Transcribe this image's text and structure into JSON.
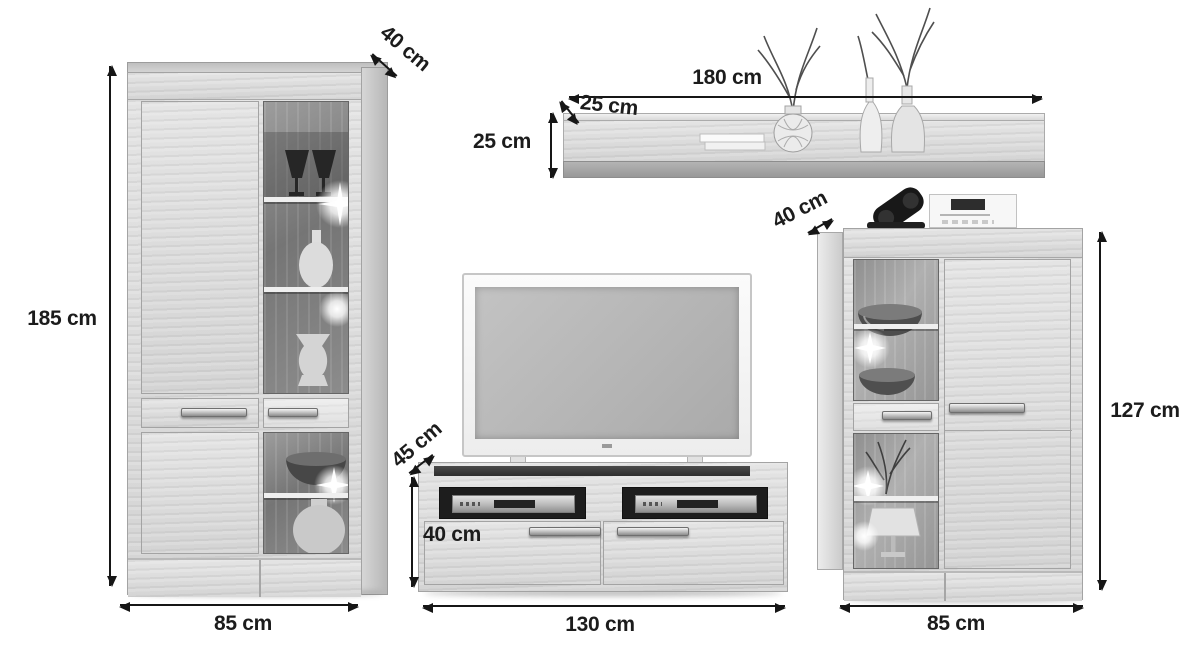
{
  "pieces": {
    "tall_cabinet": {
      "height_label": "185 cm",
      "depth_label": "40 cm",
      "width_label": "85 cm"
    },
    "wall_shelf": {
      "width_label": "180 cm",
      "depth_label": "25 cm",
      "height_label": "25 cm"
    },
    "tv_lowboard": {
      "depth_label": "45 cm",
      "height_label": "40 cm",
      "width_label": "130 cm"
    },
    "highboard": {
      "depth_label": "40 cm",
      "height_label": "127 cm",
      "width_label": "85 cm"
    }
  },
  "colors": {
    "background": "#ffffff",
    "arrow": "#161616",
    "label": "#1c1c1c",
    "wood_light": "#dcdcdc",
    "vitrine_interior": "#7d7d7d"
  }
}
